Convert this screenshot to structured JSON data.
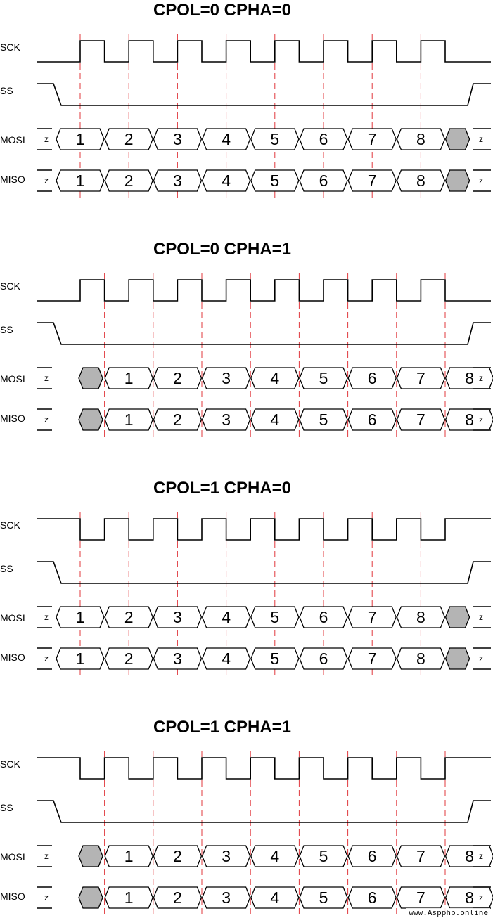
{
  "diagram": {
    "panels": [
      {
        "title": "CPOL=0   CPHA=0",
        "cpol": 0,
        "cpha": 0
      },
      {
        "title": "CPOL=0   CPHA=1",
        "cpol": 0,
        "cpha": 1
      },
      {
        "title": "CPOL=1   CPHA=0",
        "cpol": 1,
        "cpha": 0
      },
      {
        "title": "CPOL=1   CPHA=1",
        "cpol": 1,
        "cpha": 1
      }
    ],
    "signal_labels": {
      "sck": "SCK",
      "ss": "SS",
      "mosi": "MOSI",
      "miso": "MISO"
    },
    "bits": [
      "1",
      "2",
      "3",
      "4",
      "5",
      "6",
      "7",
      "8"
    ],
    "high_impedance_label": "z",
    "idle_cell_color": "#b4b4b4",
    "guide_line_color": "#e0393e"
  },
  "watermark": "www.Aspphp.online"
}
